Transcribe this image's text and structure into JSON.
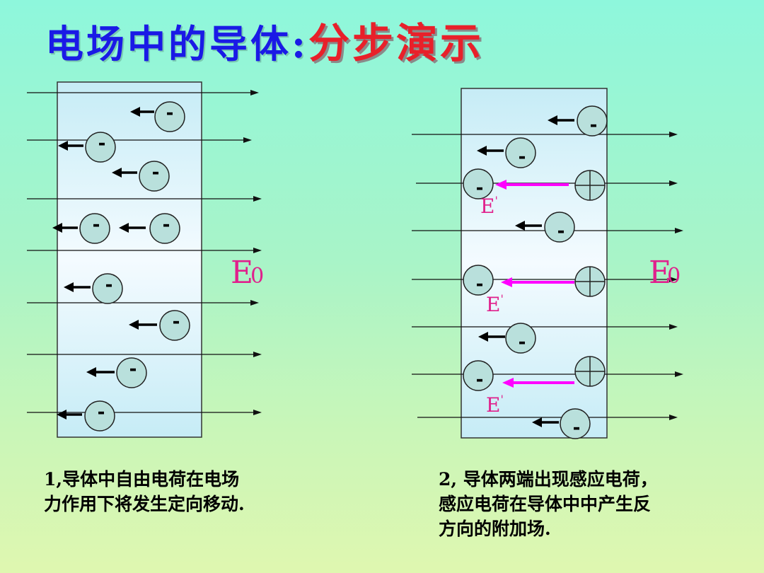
{
  "title": {
    "main": "电场中的导体:",
    "sub": "分步演示"
  },
  "colors": {
    "title_main": "#1a1ae6",
    "title_sub": "#e8202a",
    "field_label": "#e0208c",
    "induced_arrow": "#ff00ff",
    "charge_fill": "#b9e0dc",
    "conductor_fill": "#ffffff"
  },
  "left_panel": {
    "field_label": "E",
    "field_subscript": "0",
    "charge_sign": "-",
    "caption": "1,导体中自由电荷在电场力作用下将发生定向移动."
  },
  "right_panel": {
    "field_label": "E",
    "field_subscript": "0",
    "induced_label": "E",
    "induced_prime": "'",
    "charge_sign": "-",
    "positive_symbol": "plus-circle-icon",
    "caption": "2, 导体两端出现感应电荷，感应电荷在导体中中产生反方向的附加场."
  }
}
